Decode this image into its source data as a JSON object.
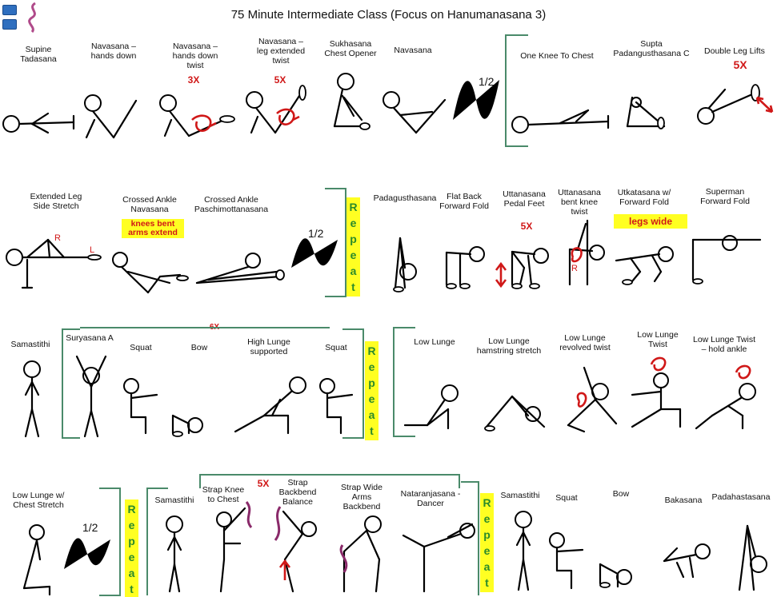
{
  "title": "75 Minute Intermediate Class (Focus on Hanumanasana 3)",
  "row1": {
    "poses": [
      "Supine\nTadasana",
      "Navasana –\nhands down",
      "Navasana –\nhands down\ntwist",
      "Navasana –\nleg extended\ntwist",
      "Sukhasana\nChest Opener",
      "Navasana",
      "One Knee To Chest",
      "Supta\nPadangusthasana C",
      "Double Leg Lifts"
    ],
    "notes": [
      "3X",
      "5X",
      "5X"
    ],
    "half": "1/2"
  },
  "row2": {
    "poses": [
      "Extended Leg\nSide Stretch",
      "Crossed Ankle\nNavasana",
      "Crossed Ankle\nPaschimottanasana",
      "Padagusthasana",
      "Flat Back\nForward Fold",
      "Uttanasana\nPedal Feet",
      "Uttanasana\nbent knee\ntwist",
      "Utkatasana w/\nForward Fold",
      "Superman\nForward Fold"
    ],
    "highlight1": "knees bent\narms extend",
    "highlight2": "legs wide",
    "note": "5X",
    "half": "1/2",
    "repeat": "R\ne\np\ne\na\nt",
    "mark_r": "R",
    "mark_l": "L",
    "mark_r2": "R"
  },
  "row3": {
    "poses": [
      "Samastithi",
      "Suryasana A",
      "Squat",
      "Bow",
      "High Lunge\nsupported",
      "Squat",
      "Low Lunge",
      "Low Lunge\nhamstring stretch",
      "Low Lunge\nrevolved twist",
      "Low Lunge\nTwist",
      "Low Lunge Twist\n– hold ankle"
    ],
    "note": "6X",
    "repeat": "R\ne\np\ne\na\nt"
  },
  "row4": {
    "poses": [
      "Low Lunge w/\nChest Stretch",
      "Samastithi",
      "Strap Knee\nto Chest",
      "Strap\nBackbend\nBalance",
      "Strap Wide\nArms\nBackbend",
      "Nataranjasana -\nDancer",
      "Samastithi",
      "Squat",
      "Bow",
      "Bakasana",
      "Padahastasana"
    ],
    "note": "5X",
    "half": "1/2",
    "repeat1": "R\ne\np\ne\na\nt",
    "repeat2": "R\ne\np\ne\na\nt"
  },
  "colors": {
    "note_red": "#d01818",
    "highlight": "#ffff22",
    "repeat_text": "#2a8a2a",
    "bracket": "#4a8a6a",
    "strap": "#8a2a6a"
  }
}
